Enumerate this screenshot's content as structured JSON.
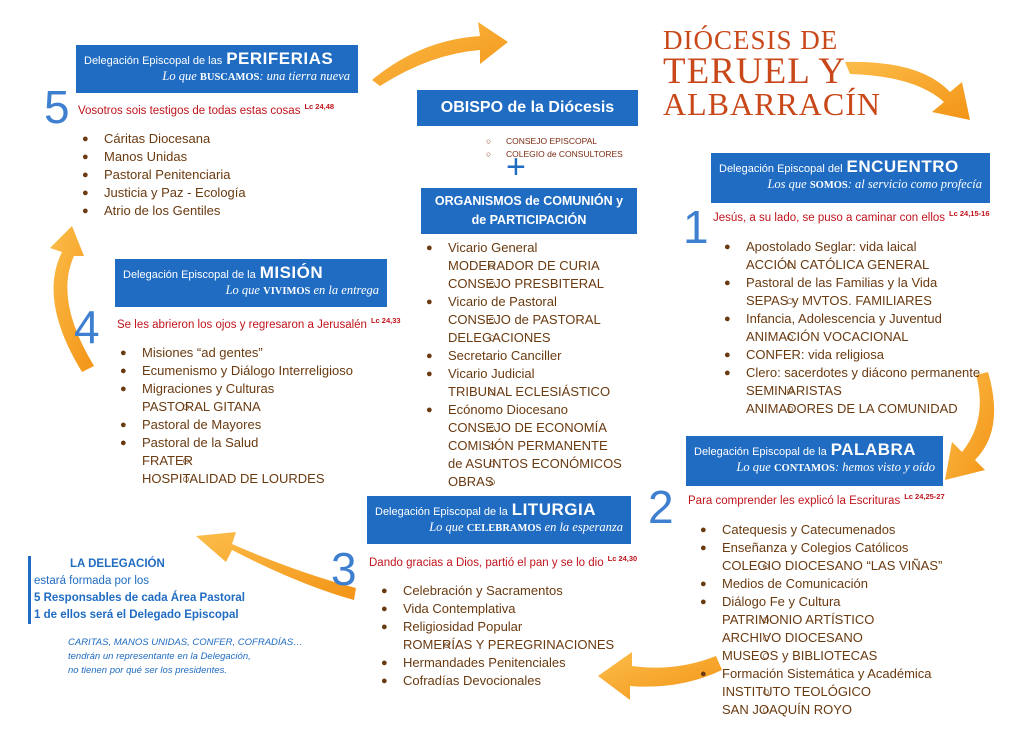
{
  "title": {
    "line1": "DIÓCESIS DE",
    "line2": "TERUEL Y",
    "line3": "ALBARRACÍN"
  },
  "obispo": {
    "label": "OBISPO de la Diócesis",
    "subs": [
      "CONSEJO EPISCOPAL",
      "COLEGIO de CONSULTORES"
    ]
  },
  "plus": "+",
  "organismos": {
    "line1": "ORGANISMOS de COMUNIÓN y",
    "line2": "de PARTICIPACIÓN",
    "items": [
      {
        "label": "Vicario General",
        "subs": [
          "MODERADOR DE CURIA",
          "CONSEJO PRESBITERAL"
        ]
      },
      {
        "label": "Vicario de Pastoral",
        "subs": [
          "CONSEJO de PASTORAL",
          "DELEGACIONES"
        ]
      },
      {
        "label": "Secretario Canciller",
        "subs": []
      },
      {
        "label": "Vicario Judicial",
        "subs": [
          "TRIBUNAL ECLESIÁSTICO"
        ]
      },
      {
        "label": "Ecónomo Diocesano",
        "subs": [
          "CONSEJO DE ECONOMÍA",
          "COMISIÓN PERMANENTE",
          "de ASUNTOS ECONÓMICOS",
          "OBRAS"
        ]
      }
    ]
  },
  "periferias": {
    "prefix": "Delegación Episcopal de las",
    "name": "PERIFERIAS",
    "motto_a": "Lo que",
    "motto_k": "BUSCAMOS",
    "motto_b": ": una tierra nueva",
    "number": "5",
    "quote": "Vosotros sois testigos de todas estas cosas",
    "ref": "Lc 24,48",
    "items": [
      {
        "label": "Cáritas Diocesana",
        "subs": []
      },
      {
        "label": "Manos Unidas",
        "subs": []
      },
      {
        "label": "Pastoral Penitenciaria",
        "subs": []
      },
      {
        "label": "Justicia y Paz - Ecología",
        "subs": []
      },
      {
        "label": "Atrio de los Gentiles",
        "subs": []
      }
    ]
  },
  "encuentro": {
    "prefix": "Delegación Episcopal del",
    "name": "ENCUENTRO",
    "motto_a": "Los que",
    "motto_k": "SOMOS",
    "motto_b": ": al servicio como profecía",
    "number": "1",
    "quote": "Jesús, a su lado, se puso a caminar con ellos",
    "ref": "Lc 24,15-16",
    "items": [
      {
        "label": "Apostolado Seglar: vida laical",
        "subs": [
          "ACCIÓN CATÓLICA GENERAL"
        ]
      },
      {
        "label": "Pastoral de las Familias y la Vida",
        "subs": [
          "SEPAS y MVTOS. FAMILIARES"
        ]
      },
      {
        "label": "Infancia, Adolescencia y Juventud",
        "subs": [
          "ANIMACIÓN VOCACIONAL"
        ]
      },
      {
        "label": "CONFER: vida religiosa",
        "subs": []
      },
      {
        "label": "Clero: sacerdotes y diácono permanente",
        "subs": [
          "SEMINARISTAS",
          "ANIMADORES DE LA COMUNIDAD"
        ]
      }
    ]
  },
  "mision": {
    "prefix": "Delegación Episcopal de la",
    "name": "MISIÓN",
    "motto_a": "Lo que",
    "motto_k": "VIVIMOS",
    "motto_b": " en la entrega",
    "number": "4",
    "quote": "Se les abrieron los ojos y regresaron a Jerusalén",
    "ref": "Lc 24,33",
    "items": [
      {
        "label": "Misiones “ad gentes”",
        "subs": []
      },
      {
        "label": "Ecumenismo y Diálogo Interreligioso",
        "subs": []
      },
      {
        "label": "Migraciones y Culturas",
        "subs": [
          "PASTORAL GITANA"
        ]
      },
      {
        "label": "Pastoral de Mayores",
        "subs": []
      },
      {
        "label": "Pastoral de la Salud",
        "subs": [
          "FRATER",
          "HOSPITALIDAD DE LOURDES"
        ]
      }
    ]
  },
  "palabra": {
    "prefix": "Delegación Episcopal de la",
    "name": "PALABRA",
    "motto_a": "Lo que",
    "motto_k": "CONTAMOS",
    "motto_b": ": hemos visto y oído",
    "number": "2",
    "quote": "Para comprender les explicó la Escrituras",
    "ref": "Lc 24,25-27",
    "items": [
      {
        "label": "Catequesis y Catecumenados",
        "subs": []
      },
      {
        "label": "Enseñanza y Colegios Católicos",
        "subs": [
          "COLEGIO DIOCESANO “LAS VIÑAS”"
        ]
      },
      {
        "label": "Medios de Comunicación",
        "subs": []
      },
      {
        "label": "Diálogo Fe y Cultura",
        "subs": [
          "PATRIMONIO ARTÍSTICO",
          "ARCHIVO DIOCESANO",
          "MUSEOS y BIBLIOTECAS"
        ]
      },
      {
        "label": "Formación Sistemática y Académica",
        "subs": [
          "INSTITUTO TEOLÓGICO",
          "SAN JOAQUÍN ROYO"
        ]
      }
    ]
  },
  "liturgia": {
    "prefix": "Delegación Episcopal de la",
    "name": "LITURGIA",
    "motto_a": "Lo que",
    "motto_k": "CELEBRAMOS",
    "motto_b": " en la esperanza",
    "number": "3",
    "quote": "Dando gracias a Dios, partió el pan y se lo dio",
    "ref": "Lc 24,30",
    "items": [
      {
        "label": "Celebración y Sacramentos",
        "subs": []
      },
      {
        "label": "Vida Contemplativa",
        "subs": []
      },
      {
        "label": "Religiosidad Popular",
        "subs": [
          "ROMERÍAS Y PEREGRINACIONES"
        ]
      },
      {
        "label": "Hermandades Penitenciales",
        "subs": []
      },
      {
        "label": "Cofradías Devocionales",
        "subs": []
      }
    ]
  },
  "delegacion": {
    "l1": "LA DELEGACIÓN",
    "l2": "estará formada por los",
    "l3": "5 Responsables de cada Área Pastoral",
    "l4": "1 de ellos será el Delegado Episcopal"
  },
  "note": {
    "l1": "CARITAS, MANOS UNIDAS, CONFER, COFRADÍAS…",
    "l2": "tendrán un representante en la Delegación,",
    "l3": "no tienen por qué ser los presidentes."
  },
  "colors": {
    "blue": "#1f6cc2",
    "arrow": "#f5a01e",
    "red": "#c0141c",
    "brown": "#6a3a10",
    "title": "#c9481a"
  }
}
